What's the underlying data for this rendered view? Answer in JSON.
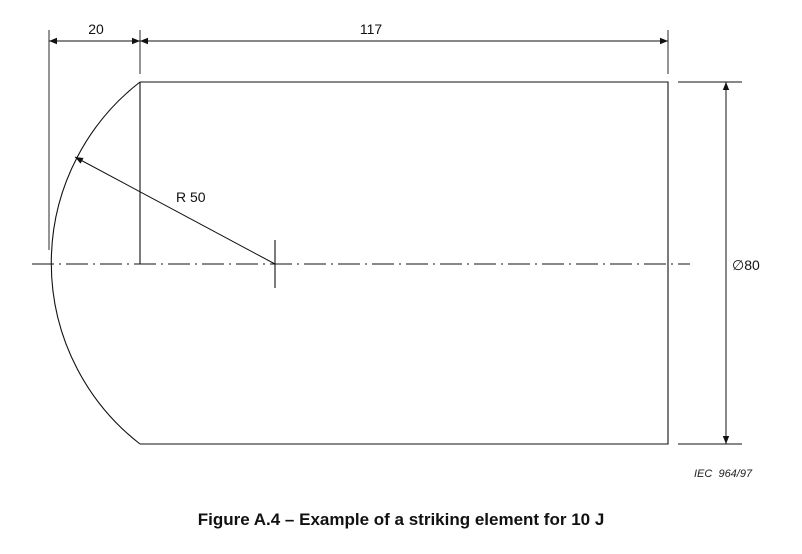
{
  "figure": {
    "caption": "Figure A.4 – Example of a striking element for 10 J",
    "reference": "IEC  964/97"
  },
  "dimensions": {
    "nose_length": "20",
    "body_length": "117",
    "radius": "R 50",
    "diameter": "∅80"
  },
  "colors": {
    "line": "#111111",
    "background": "#ffffff"
  }
}
